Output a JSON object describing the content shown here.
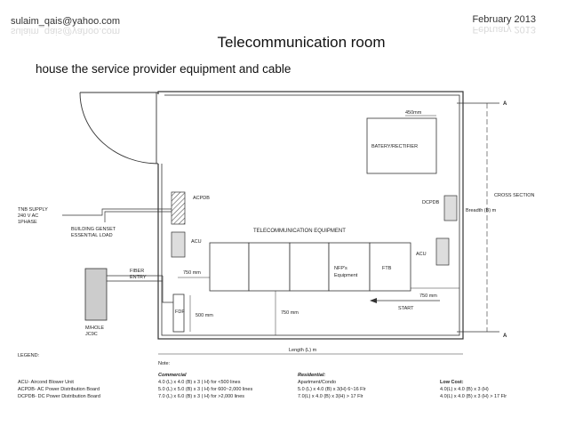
{
  "header": {
    "email": "sulaim_qais@yahoo.com",
    "date": "February 2013",
    "title": "Telecommunication room",
    "subtitle": "house the service provider equipment and cable"
  },
  "diagram": {
    "battery_rectifier": "BATERY/RECTIFIER",
    "dim_450": "450mm",
    "acpdb": "ACPDB",
    "dcpdb": "DCPDB",
    "acu_left": "ACU",
    "acu_right": "ACU",
    "telecom_equipment": "TELECOMMUNICATION EQUIPMENT",
    "nfp_line1": "NFP's",
    "nfp_line2": "Equipment",
    "ftb": "FTB",
    "dim_750_left": "750 mm",
    "dim_750_right": "750 mm",
    "dim_750_mid": "750 mm",
    "dim_500": "500 mm",
    "fdf": "FDF",
    "start": "START",
    "tnb_supply": [
      "TNB SUPPLY",
      "240 V AC",
      "1PHASE"
    ],
    "building_genset": [
      "BUILDING GENSET",
      "ESSENTIAL LOAD"
    ],
    "fiber_entry": [
      "FIBER",
      "ENTRY"
    ],
    "manhole": [
      "M/HOLE",
      "JC9C"
    ],
    "section_a_top": "A",
    "section_a_bottom": "A",
    "cross_section": "CROSS SECTION",
    "breadth": "Breadth (B) m",
    "length": "Length (L) m"
  },
  "legend": {
    "title": "LEGEND:",
    "items": [
      "ACU- Aircond Blower Unit",
      "ACPDB- AC Power Distribution Board",
      "DCPDB- DC Power Distribution Board"
    ]
  },
  "note": {
    "label": "Note:",
    "commercial_title": "Commercial",
    "commercial": [
      "4.0 (L) x 4.0 (B) x 3 ( H) for <500 lines",
      "5.0 (L) x 5.0 (B) x 3 ( H) for 600~2,000 lines",
      "7.0 (L) x 6.0 (B) x 3 ( H) for >2,000 lines"
    ],
    "residential_title": "Residential:",
    "residential": [
      "Apartment/Condo",
      "5.0 (L) x 4.0 (B) x 3(H) 6~16 Flr",
      "7.0(L) x 4.0 (B) x 3(H) > 17 Flr"
    ],
    "lowcost_title": "Low Cost:",
    "lowcost": [
      "4.0(L) x 4.0 (B) x 3 (H)",
      "4.0(L) x 4.0 (B) x 3 (H) > 17 Flr"
    ]
  }
}
